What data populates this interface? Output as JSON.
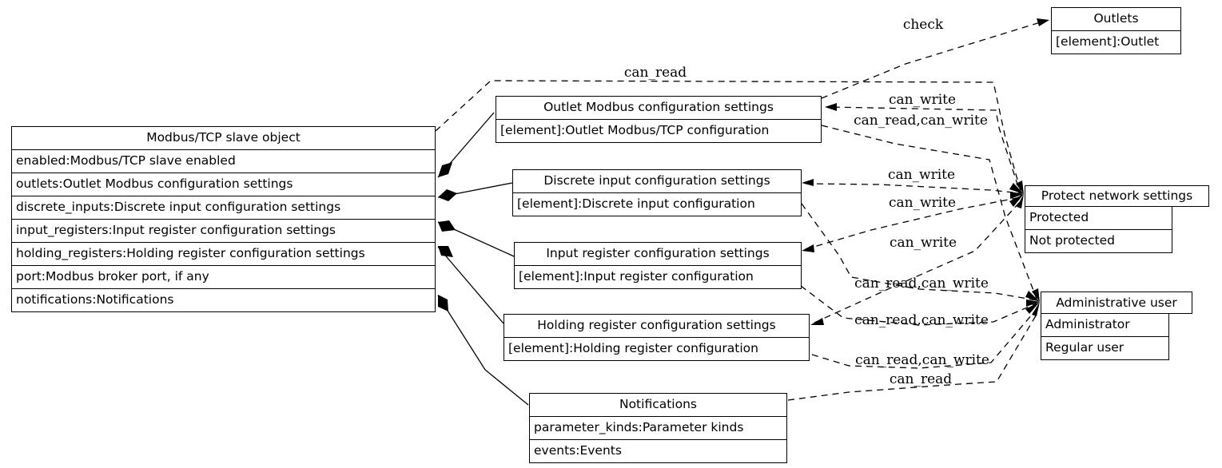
{
  "colors": {
    "line": "#000000",
    "background": "#ffffff"
  },
  "nodes": {
    "modbus": {
      "title": "Modbus/TCP slave object",
      "rows": [
        "enabled:Modbus/TCP slave enabled",
        "outlets:Outlet Modbus configuration settings",
        "discrete_inputs:Discrete input configuration settings",
        "input_registers:Input register configuration settings",
        "holding_registers:Holding register configuration settings",
        "port:Modbus broker port, if any",
        "notifications:Notifications"
      ]
    },
    "outlet_cfg": {
      "title": "Outlet Modbus configuration settings",
      "rows": [
        "[element]:Outlet Modbus/TCP configuration"
      ]
    },
    "discrete_cfg": {
      "title": "Discrete input configuration settings",
      "rows": [
        "[element]:Discrete input configuration"
      ]
    },
    "input_reg_cfg": {
      "title": "Input register configuration settings",
      "rows": [
        "[element]:Input register configuration"
      ]
    },
    "holding_reg_cfg": {
      "title": "Holding register configuration settings",
      "rows": [
        "[element]:Holding register configuration"
      ]
    },
    "notifications": {
      "title": "Notifications",
      "rows": [
        "parameter_kinds:Parameter kinds",
        "events:Events"
      ]
    },
    "outlets": {
      "title": "Outlets",
      "rows": [
        "[element]:Outlet"
      ]
    },
    "protect": {
      "title": "Protect network settings",
      "rows": [
        "Protected",
        "Not protected"
      ]
    },
    "admin": {
      "title": "Administrative user",
      "rows": [
        "Administrator",
        "Regular user"
      ]
    }
  },
  "edges": [
    {
      "label": "check",
      "from": "outlet_cfg",
      "to": "outlets"
    },
    {
      "label": "can_read",
      "from": "modbus",
      "to": "protect"
    },
    {
      "label": "can_write",
      "from": "protect",
      "to": "outlet_cfg"
    },
    {
      "label": "can_read,can_write",
      "from": "outlet_cfg",
      "to": "admin"
    },
    {
      "label": "can_write",
      "from": "discrete_cfg",
      "to": "protect"
    },
    {
      "label": "can_write",
      "from": "input_reg_cfg",
      "to": "protect"
    },
    {
      "label": "can_write",
      "from": "holding_reg_cfg",
      "to": "protect"
    },
    {
      "label": "can_read,can_write",
      "from": "discrete_cfg",
      "to": "admin"
    },
    {
      "label": "can_read,can_write",
      "from": "input_reg_cfg",
      "to": "admin"
    },
    {
      "label": "can_read,can_write",
      "from": "holding_reg_cfg",
      "to": "admin"
    },
    {
      "label": "can_read",
      "from": "notifications",
      "to": "admin"
    }
  ],
  "aggregations": [
    "outlets",
    "discrete_inputs",
    "input_registers",
    "holding_registers",
    "notifications"
  ]
}
